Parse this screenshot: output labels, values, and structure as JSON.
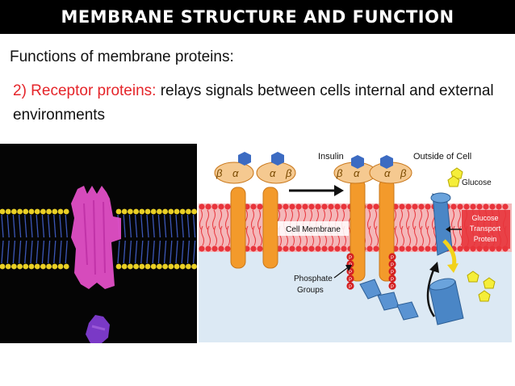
{
  "slide": {
    "title": "MEMBRANE STRUCTURE AND FUNCTION",
    "subtitle": "Functions of membrane proteins:",
    "point": {
      "label": "2) Receptor proteins:",
      "text": " relays signals between cells internal and external environments"
    }
  },
  "diagram": {
    "insulin": "Insulin",
    "outside": "Outside of Cell",
    "glucose": "Glucose",
    "membrane": "Cell Membrane",
    "transport": [
      "Glucose",
      "Transport",
      "Protein"
    ],
    "phosphate": [
      "Phosphate",
      "Groups"
    ],
    "alpha": "α",
    "beta": "β",
    "p": "P"
  },
  "colors": {
    "accent": "#e5252a",
    "receptor": "#f39a2b",
    "membrane": "#e8343b",
    "transporter": "#4a86c6",
    "cytoplasm": "#dce9f4"
  }
}
